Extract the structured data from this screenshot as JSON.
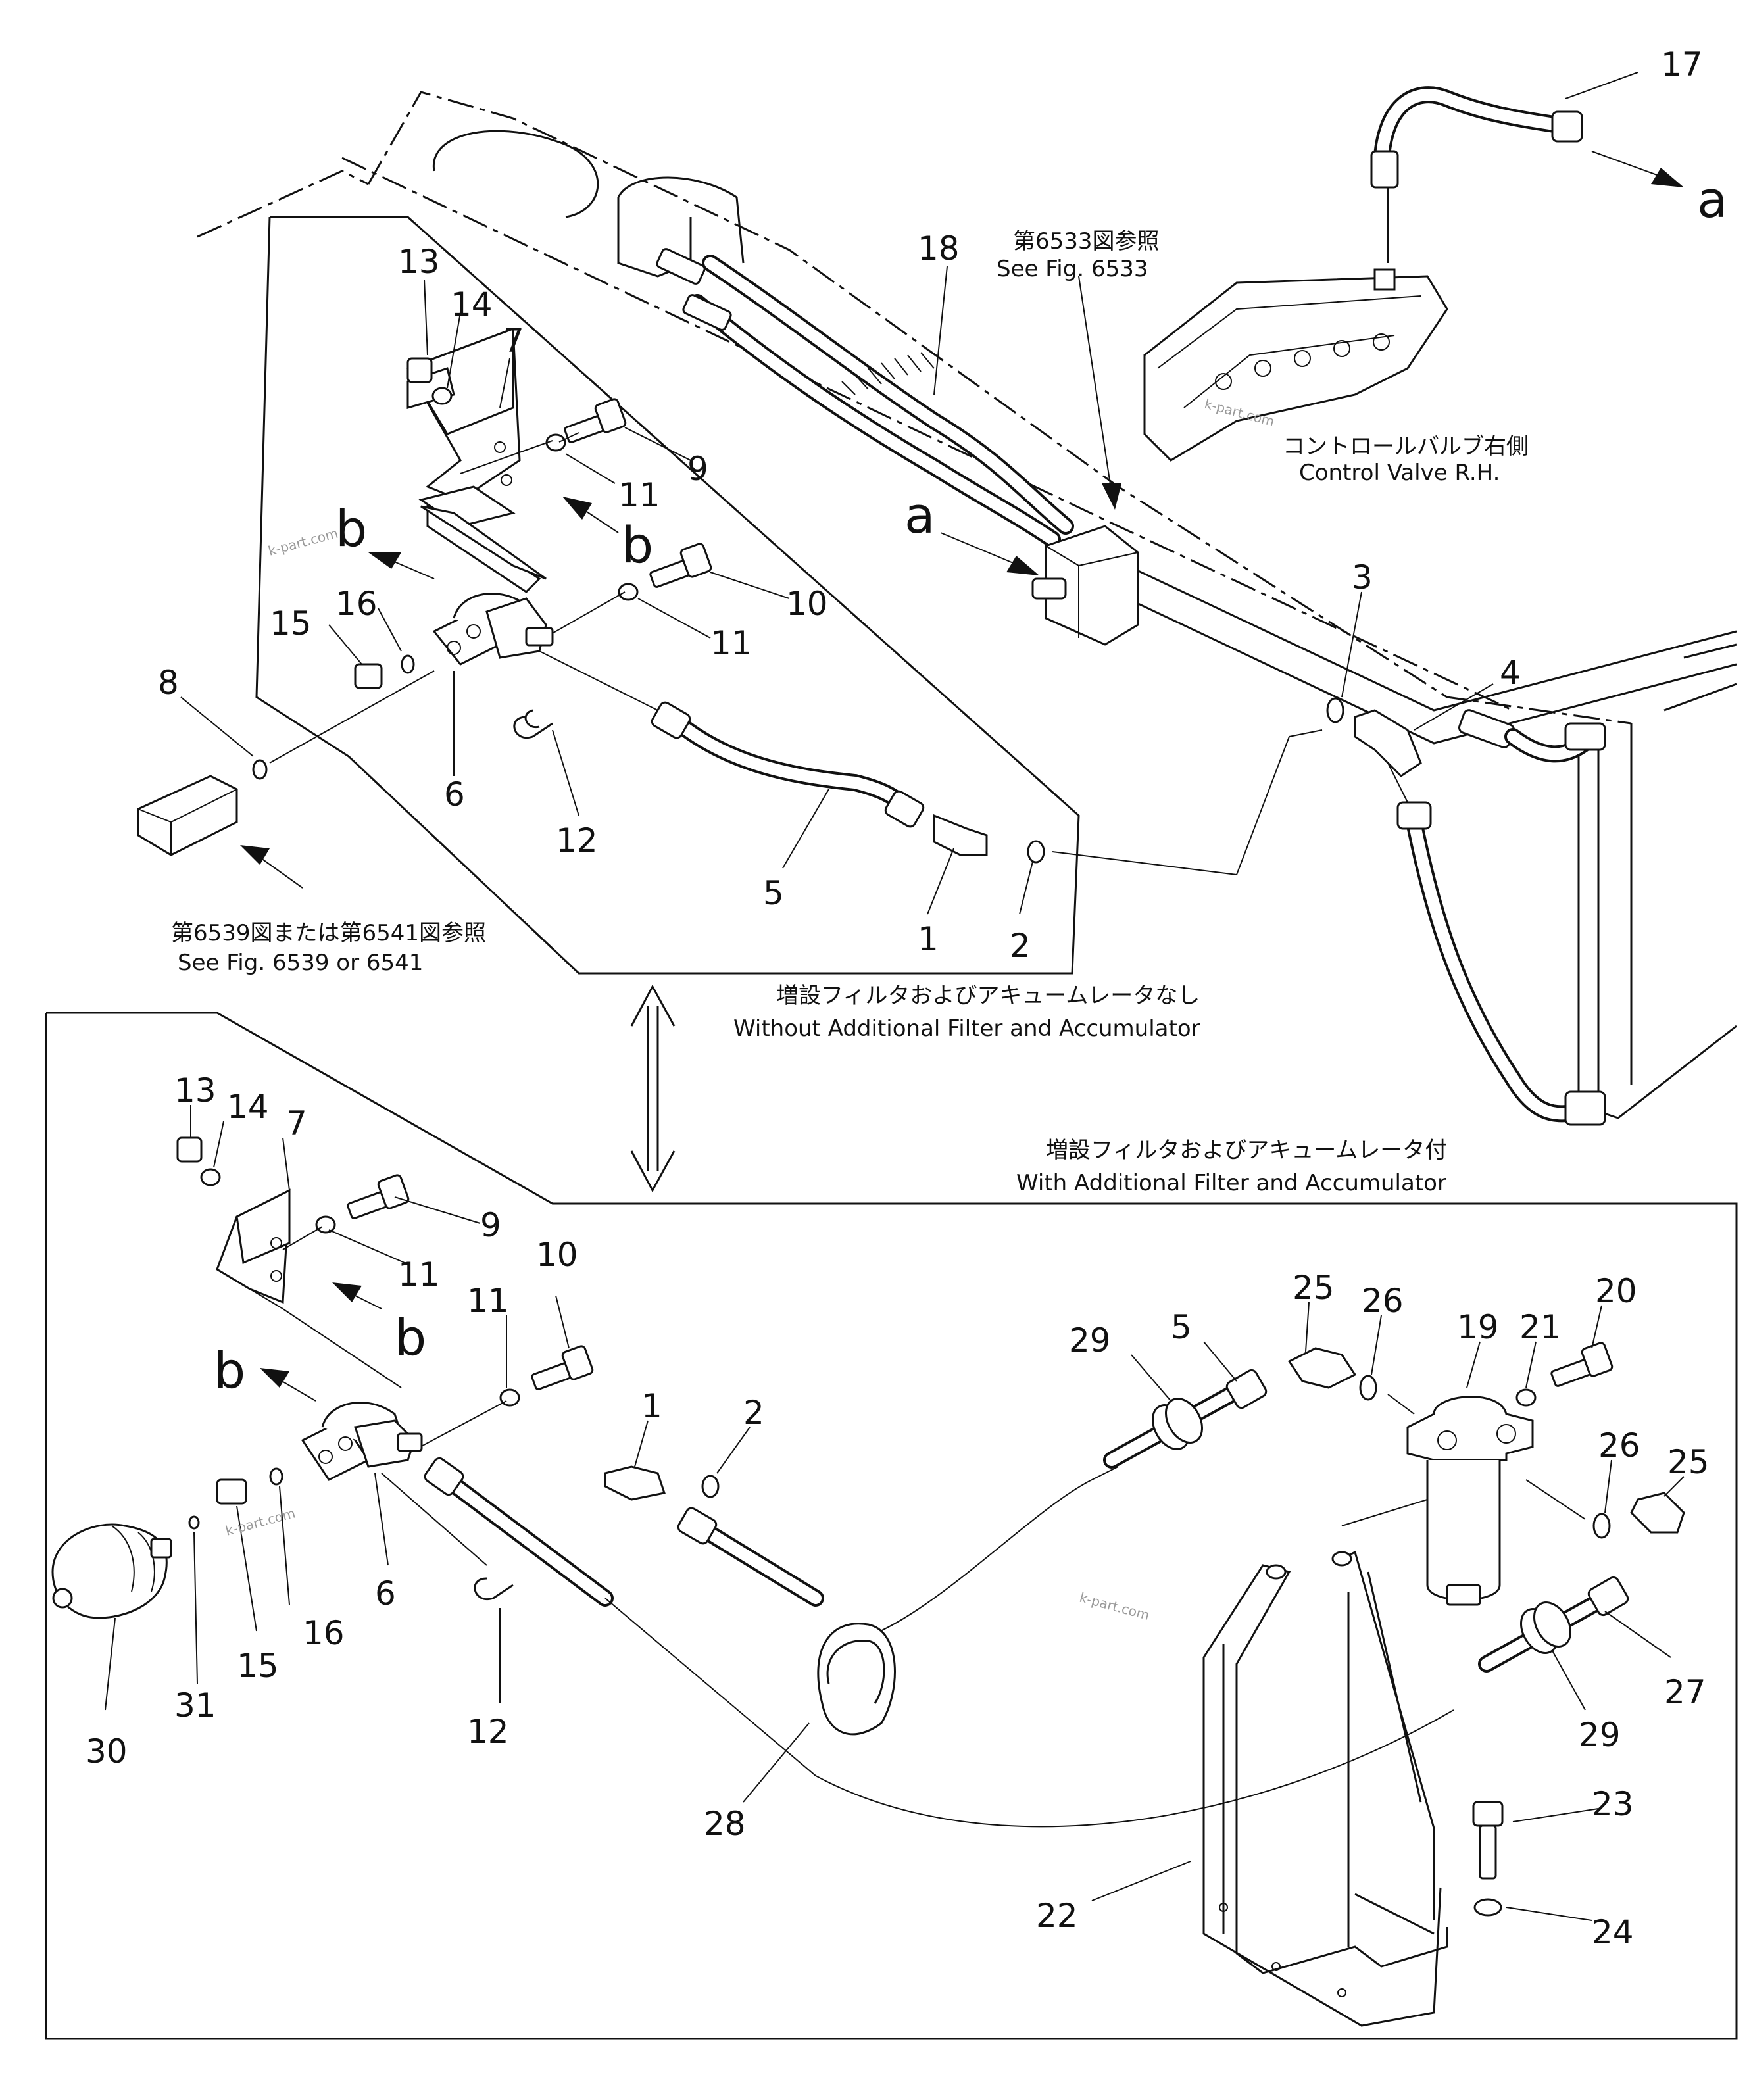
{
  "top_section": {
    "caption_jp": "増設フィルタおよびアキュームレータなし",
    "caption_en": "Without Additional Filter and Accumulator",
    "ref_fig_6533_jp": "第6533図参照",
    "ref_fig_6533_en": "See Fig. 6533",
    "ref_fig_6539_jp": "第6539図または第6541図参照",
    "ref_fig_6539_en": "See Fig. 6539 or 6541",
    "control_valve_jp": "コントロールバルブ右側",
    "control_valve_en": "Control Valve R.H.",
    "letters": {
      "a1": "a",
      "a2": "a",
      "b1": "b",
      "b2": "b"
    },
    "callouts": {
      "c17": "17",
      "c18": "18",
      "c13": "13",
      "c14": "14",
      "c7": "7",
      "c9": "9",
      "c11a": "11",
      "c10": "10",
      "c11b": "11",
      "c15": "15",
      "c16": "16",
      "c8": "8",
      "c6": "6",
      "c12": "12",
      "c5": "5",
      "c1": "1",
      "c2": "2",
      "c3": "3",
      "c4": "4"
    }
  },
  "bottom_section": {
    "caption_jp": "増設フィルタおよびアキュームレータ付",
    "caption_en": "With Additional Filter and Accumulator",
    "letters": {
      "b1": "b",
      "b2": "b"
    },
    "callouts": {
      "c13": "13",
      "c14": "14",
      "c7": "7",
      "c9": "9",
      "c11a": "11",
      "c11b": "11",
      "c10": "10",
      "c1": "1",
      "c2": "2",
      "c29a": "29",
      "c5": "5",
      "c25a": "25",
      "c26a": "26",
      "c19": "19",
      "c21": "21",
      "c20": "20",
      "c26b": "26",
      "c25b": "25",
      "c6": "6",
      "c15": "15",
      "c16": "16",
      "c31": "31",
      "c30": "30",
      "c12": "12",
      "c28": "28",
      "c27": "27",
      "c29b": "29",
      "c23": "23",
      "c22": "22",
      "c24": "24"
    }
  },
  "watermarks": [
    "k-part.com",
    "k-part.com",
    "k-part.com",
    "k-part.com"
  ]
}
